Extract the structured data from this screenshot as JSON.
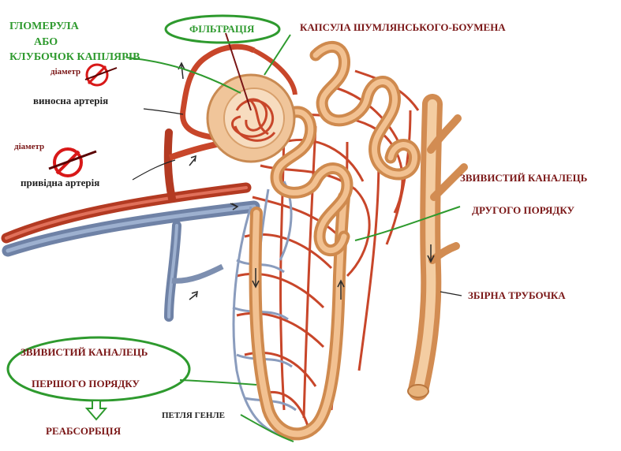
{
  "labels": {
    "glomerula": "ГЛОМЕРУЛА",
    "abo": "АБО",
    "klubochok": "КЛУБОЧОК КАПІЛЯРІВ",
    "filtration": "ФІЛЬТРАЦІЯ",
    "capsule": "КАПСУЛА ШУМЛЯНСЬКОГО-БОУМЕНА",
    "diameter_top": "діаметр",
    "efferent_artery": "виносна артерія",
    "diameter_bottom": "діаметр",
    "afferent_artery": "привідна артерія",
    "distal_tubule_line1": "ЗВИВИСТИЙ КАНАЛЕЦЬ",
    "distal_tubule_line2": "ДРУГОГО ПОРЯДКУ",
    "collecting_duct": "ЗБІРНА ТРУБОЧКА",
    "proximal_tubule_line1": "ЗВИВИСТИЙ КАНАЛЕЦЬ",
    "proximal_tubule_line2": "ПЕРШОГО ПОРЯДКУ",
    "henle_loop": "ПЕТЛЯ ГЕНЛЕ",
    "reabsorption": "РЕАБСОРБЦІЯ"
  },
  "colors": {
    "label_green": "#2e9a2e",
    "label_maroon": "#7a1616",
    "artery_red": "#c8462a",
    "vein_blue": "#7d8fb0",
    "tubule_orange": "#e9a86c",
    "no_sign_red": "#d81818"
  }
}
